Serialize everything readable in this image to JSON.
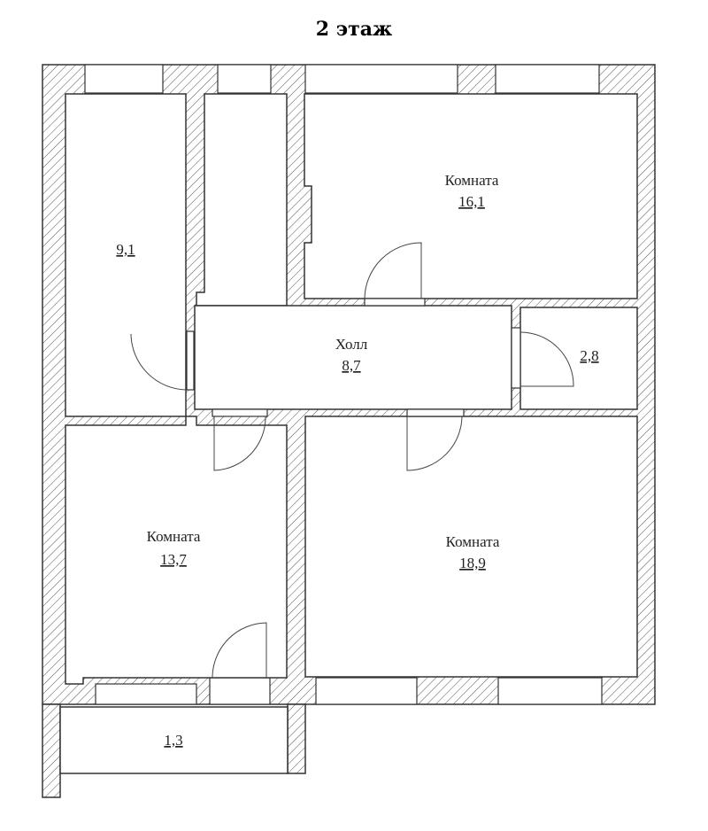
{
  "title": "2 этаж",
  "rooms": [
    {
      "id": "storage",
      "name": "",
      "area": "9,1"
    },
    {
      "id": "room-top-right",
      "name": "Комната",
      "area": "16,1"
    },
    {
      "id": "hall",
      "name": "Холл",
      "area": "8,7"
    },
    {
      "id": "small-room",
      "name": "",
      "area": "2,8"
    },
    {
      "id": "room-bottom-left",
      "name": "Комната",
      "area": "13,7"
    },
    {
      "id": "room-bottom-right",
      "name": "Комната",
      "area": "18,9"
    },
    {
      "id": "balcony",
      "name": "",
      "area": "1,3"
    }
  ]
}
